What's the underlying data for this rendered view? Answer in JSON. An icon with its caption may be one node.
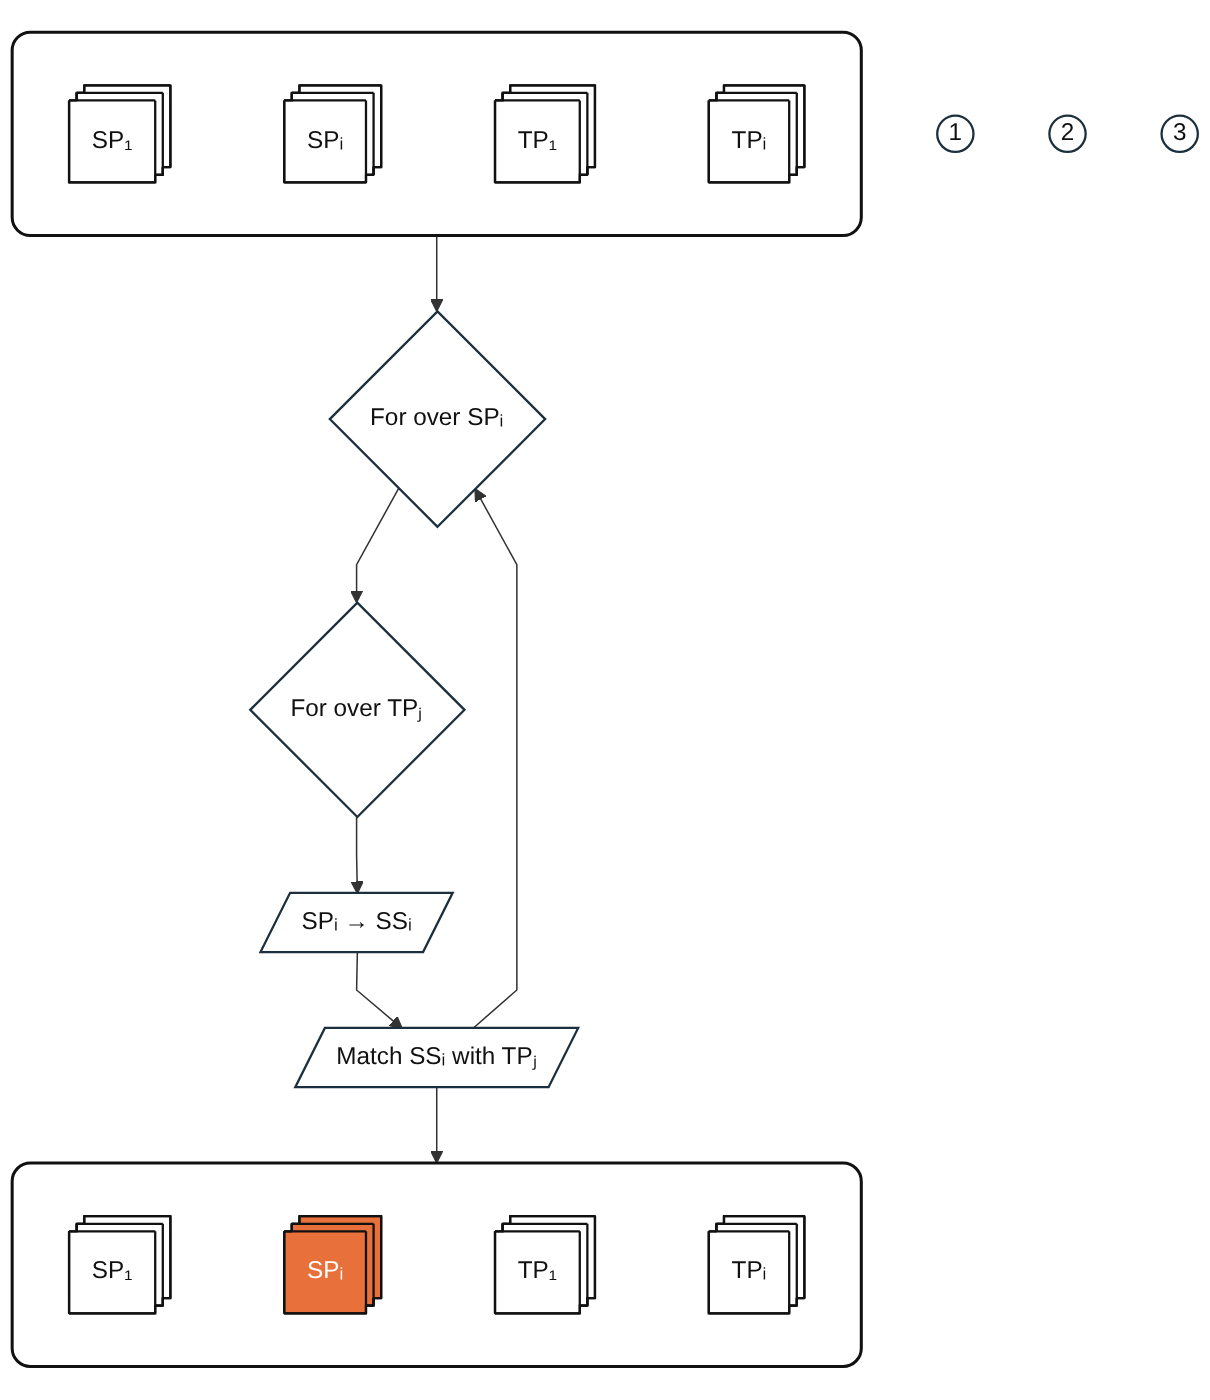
{
  "diagram": {
    "nodes": [
      {
        "text": [],
        "shape": "box"
      },
      {
        "text": [
          "SP₁"
        ],
        "in": 0
      },
      {
        "text": [
          "SPᵢ"
        ],
        "in": 0
      },
      {
        "text": [
          "TP₁"
        ],
        "in": 0
      },
      {
        "text": [
          "TPᵢ"
        ],
        "in": 0
      },
      {
        "text": [
          "For over SPᵢ"
        ]
      },
      {
        "text": [
          "1"
        ]
      },
      {
        "text": [
          "For over TPⱼ"
        ]
      },
      {
        "text": [
          "2"
        ]
      },
      {
        "text": [
          "SPᵢ → SSᵢ"
        ]
      },
      {
        "text": [
          "Match SSᵢ with TPⱼ"
        ]
      },
      {
        "text": [
          "3"
        ]
      },
      {
        "text": [],
        "shape": "box"
      },
      {
        "text": [
          "SP₁"
        ],
        "in": 12
      },
      {
        "text": [
          "SPᵢ"
        ],
        "in": 12
      },
      {
        "text": [
          "TP₁"
        ],
        "in": 12
      },
      {
        "text": [
          "TPᵢ"
        ],
        "in": 12
      }
    ],
    "edges": [
      {
        "from": 0,
        "to": 5,
        "arrow": "to"
      },
      {
        "from": 5,
        "to": 7,
        "arrow": "to"
      },
      {
        "from": 7,
        "to": 9,
        "arrow": "to"
      },
      {
        "from": 9,
        "to": 10,
        "arrow": "to"
      },
      {
        "from": 10,
        "to": 12,
        "arrow": "to"
      },
      {
        "from": 10,
        "to": 5,
        "arrow": "to"
      }
    ]
  }
}
